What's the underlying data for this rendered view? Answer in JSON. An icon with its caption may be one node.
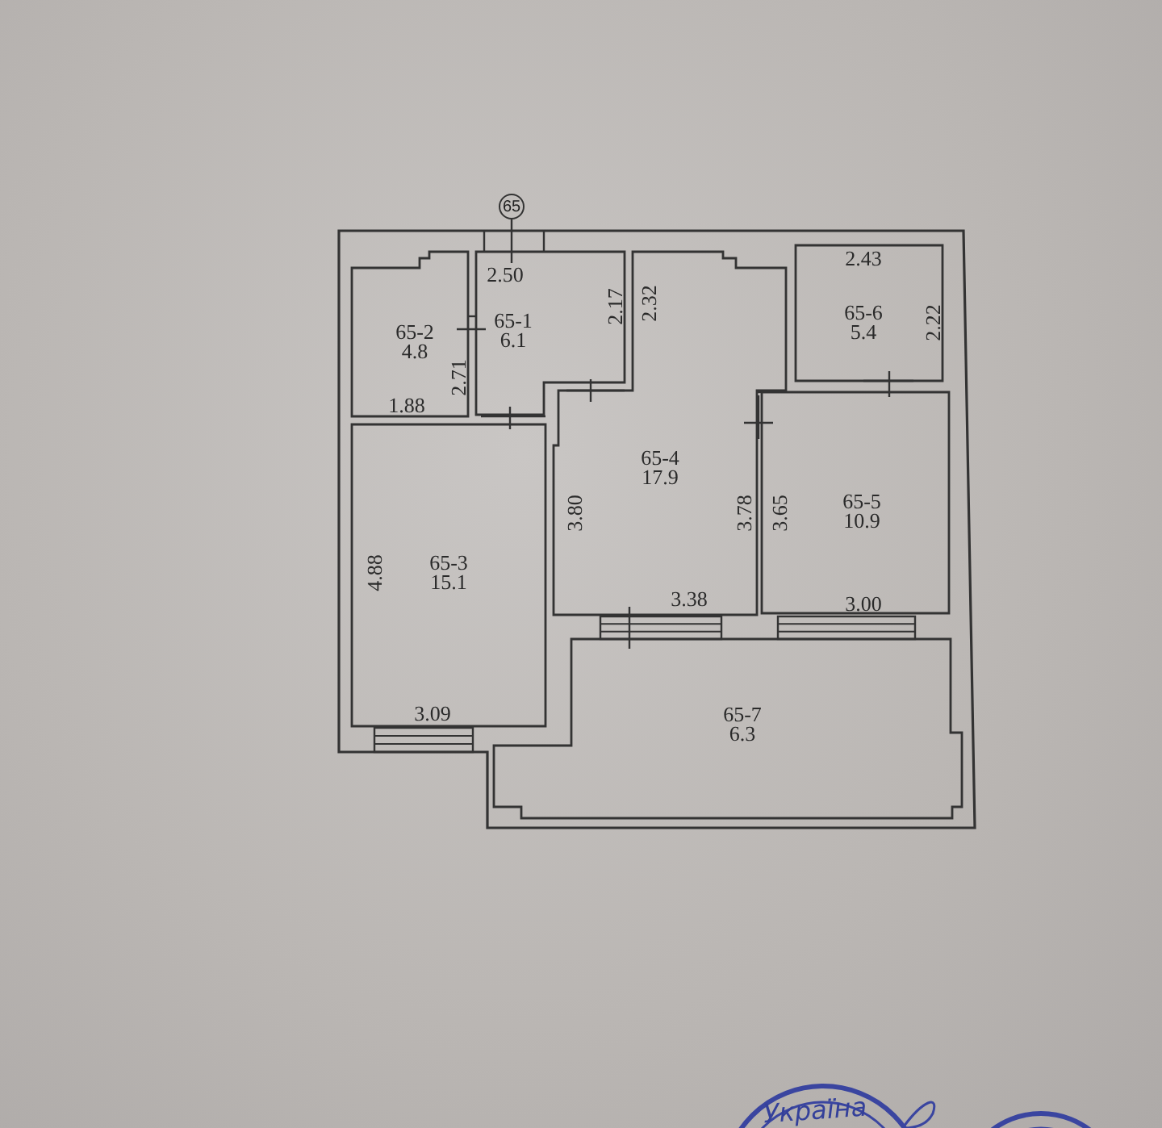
{
  "diagram": {
    "nodes": [
      {
        "text": [
          "65-2",
          "4.8"
        ]
      },
      {
        "text": [
          "65-1",
          "6.1"
        ]
      },
      {
        "text": [
          "65-6",
          "5.4"
        ]
      },
      {
        "text": [
          "65-4",
          "17.9"
        ]
      },
      {
        "text": [
          "65-5",
          "10.9"
        ]
      },
      {
        "text": [
          "65-3",
          "15.1"
        ]
      },
      {
        "text": [
          "65-7",
          "6.3"
        ]
      }
    ],
    "labels": [
      "65",
      "2.50",
      "2.43",
      "2.17",
      "2.32",
      "2.22",
      "2.71",
      "1.88",
      "3.80",
      "3.78",
      "3.65",
      "4.88",
      "3.38",
      "3.00",
      "3.09",
      "Україна"
    ]
  }
}
